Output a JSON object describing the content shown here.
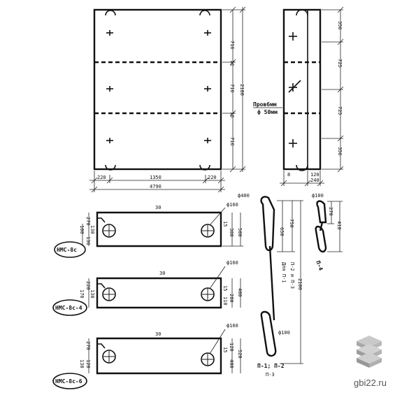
{
  "views": {
    "front": {
      "dims_horizontal": [
        "220",
        "1350",
        "220",
        "4790"
      ],
      "dims_vertical": [
        "716",
        "16",
        "716",
        "16",
        "716",
        "2180"
      ]
    },
    "side": {
      "dims_horizontal": [
        "8",
        "120",
        "240"
      ],
      "dims_vertical": [
        "356",
        "725",
        "725",
        "356"
      ],
      "note_line1": "Пров6мм",
      "note_line2": "ф 50мм"
    }
  },
  "sections": [
    {
      "name": "НМС-8с",
      "dims_left": [
        "270",
        "130",
        "100",
        "136"
      ],
      "dims_right": [
        "15",
        "380",
        "580"
      ],
      "top_dim": "30",
      "dia": "ф160"
    },
    {
      "name": "НМС-8с-4",
      "dims_left": [
        "220",
        "130",
        "170"
      ],
      "dims_right": [
        "15",
        "110",
        "280",
        "400"
      ],
      "top_dim": "30",
      "dia": "ф160"
    },
    {
      "name": "НМС-8с-6",
      "dims_left": [
        "270",
        "120",
        "130"
      ],
      "dims_right": [
        "15",
        "120",
        "400",
        "520"
      ],
      "top_dim": "30",
      "dia": "ф160"
    }
  ],
  "loops": {
    "p1": {
      "dia_top": "ф400",
      "dia_bottom": "ф100",
      "dims": [
        "650",
        "750",
        "2100"
      ],
      "label_a": "Для П-1",
      "label_b": "П-2 и П-3",
      "caption": "П-1; П-2",
      "caption2": "П-3"
    },
    "p4": {
      "dia": "ф100",
      "dims": [
        "270",
        "410"
      ],
      "caption": "П-4"
    }
  },
  "watermark": {
    "text": "gbi22.ru"
  }
}
